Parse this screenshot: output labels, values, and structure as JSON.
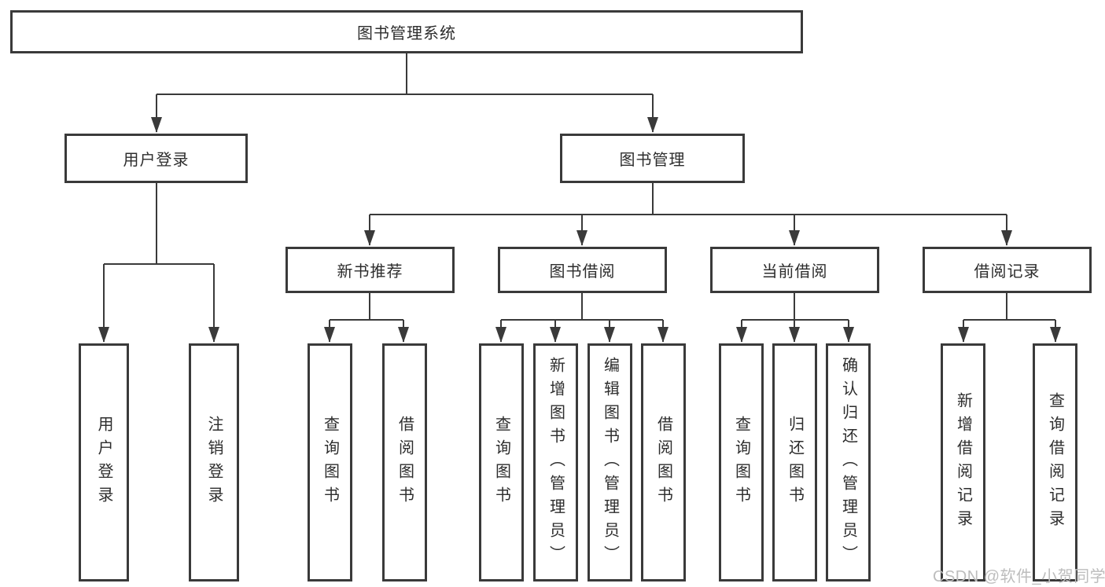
{
  "root": {
    "label": "图书管理系统"
  },
  "user_login": {
    "label": "用户登录",
    "children": [
      {
        "label": "用户登录"
      },
      {
        "label": "注销登录"
      }
    ]
  },
  "book_mgmt": {
    "label": "图书管理",
    "children": [
      {
        "label": "新书推荐",
        "children": [
          {
            "label": "查询图书"
          },
          {
            "label": "借阅图书"
          }
        ]
      },
      {
        "label": "图书借阅",
        "children": [
          {
            "label": "查询图书"
          },
          {
            "label": "新增图书（管理员）"
          },
          {
            "label": "编辑图书（管理员）"
          },
          {
            "label": "借阅图书"
          }
        ]
      },
      {
        "label": "当前借阅",
        "children": [
          {
            "label": "查询图书"
          },
          {
            "label": "归还图书"
          },
          {
            "label": "确认归还（管理员）"
          }
        ]
      },
      {
        "label": "借阅记录",
        "children": [
          {
            "label": "新增借阅记录"
          },
          {
            "label": "查询借阅记录"
          }
        ]
      }
    ]
  },
  "watermark": "CSDN @软件_小贺同学",
  "colors": {
    "line": "#3a3a3a",
    "text": "#2d2d2d",
    "watermark": "#bdbdbd"
  }
}
